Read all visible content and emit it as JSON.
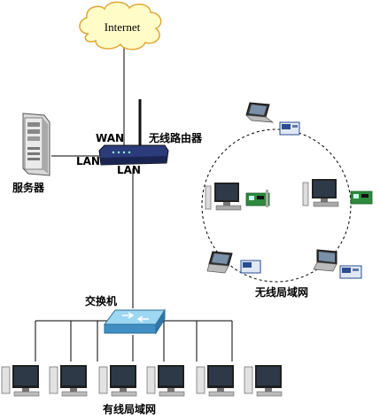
{
  "cloud_label": "Internet",
  "router": {
    "wan_label": "WAN",
    "lan_left_label": "LAN",
    "lan_bottom_label": "LAN",
    "name": "无线路由器"
  },
  "server_label": "服务器",
  "wireless_lan_label": "无线局域网",
  "switch_label": "交换机",
  "wired_lan_label": "有线局域网",
  "colors": {
    "cloud_fill": "#fffcc8",
    "cloud_stroke": "#e0a838",
    "switch_fill": "#7fc6ea",
    "router_fill": "#2c3b7a"
  }
}
